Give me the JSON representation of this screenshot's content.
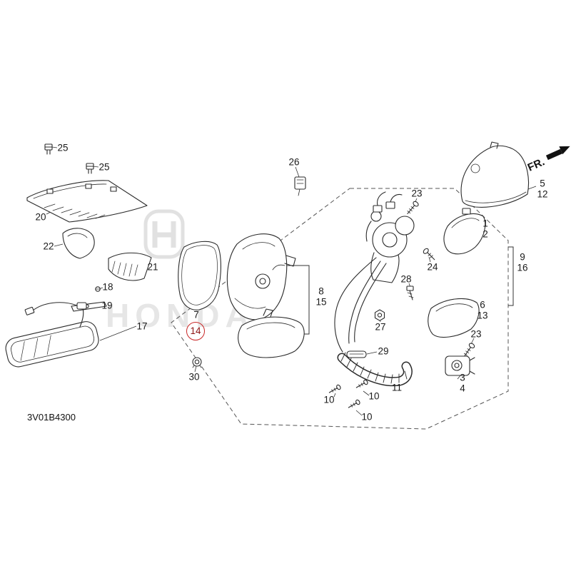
{
  "diagram": {
    "code": "3V01B4300",
    "fr_label": "FR.",
    "watermark": "HONDA",
    "highlight_color": "#c92727"
  },
  "callouts": [
    {
      "part": "25"
    },
    {
      "part": "25"
    },
    {
      "part": "20"
    },
    {
      "part": "22"
    },
    {
      "part": "21"
    },
    {
      "part": "18"
    },
    {
      "part": "19"
    },
    {
      "part": "17"
    },
    {
      "part": "26"
    },
    {
      "part": "23"
    },
    {
      "part": "24"
    },
    {
      "part": "28"
    },
    {
      "part": "27"
    },
    {
      "part": "29"
    },
    {
      "part": "11"
    },
    {
      "part": "10"
    },
    {
      "part": "10"
    },
    {
      "part": "10"
    },
    {
      "part": "7"
    },
    {
      "part": "14",
      "highlighted": true
    },
    {
      "part": "30"
    },
    {
      "part": "8"
    },
    {
      "part": "15"
    },
    {
      "part": "5"
    },
    {
      "part": "12"
    },
    {
      "part": "1"
    },
    {
      "part": "2"
    },
    {
      "part": "9"
    },
    {
      "part": "16"
    },
    {
      "part": "6"
    },
    {
      "part": "13"
    },
    {
      "part": "23"
    },
    {
      "part": "3"
    },
    {
      "part": "4"
    }
  ]
}
